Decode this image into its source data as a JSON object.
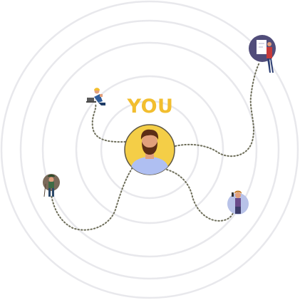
{
  "center": {
    "label": "YOU",
    "label_color": "#F2BE2F",
    "avatar_bg": "#F4CE47",
    "skin": "#E2A07C",
    "beard": "#5C2E16",
    "shirt": "#AFBFF2"
  },
  "rings": {
    "count": 5,
    "color": "#E8E8EC"
  },
  "path_color": "#6E6E5A",
  "people": [
    {
      "name": "worker-with-laptop",
      "icon": "construction-worker-icon"
    },
    {
      "name": "person-at-whiteboard",
      "icon": "presenter-icon"
    },
    {
      "name": "hiker",
      "icon": "hiker-icon"
    },
    {
      "name": "woman-with-phone",
      "icon": "woman-phone-icon"
    }
  ]
}
